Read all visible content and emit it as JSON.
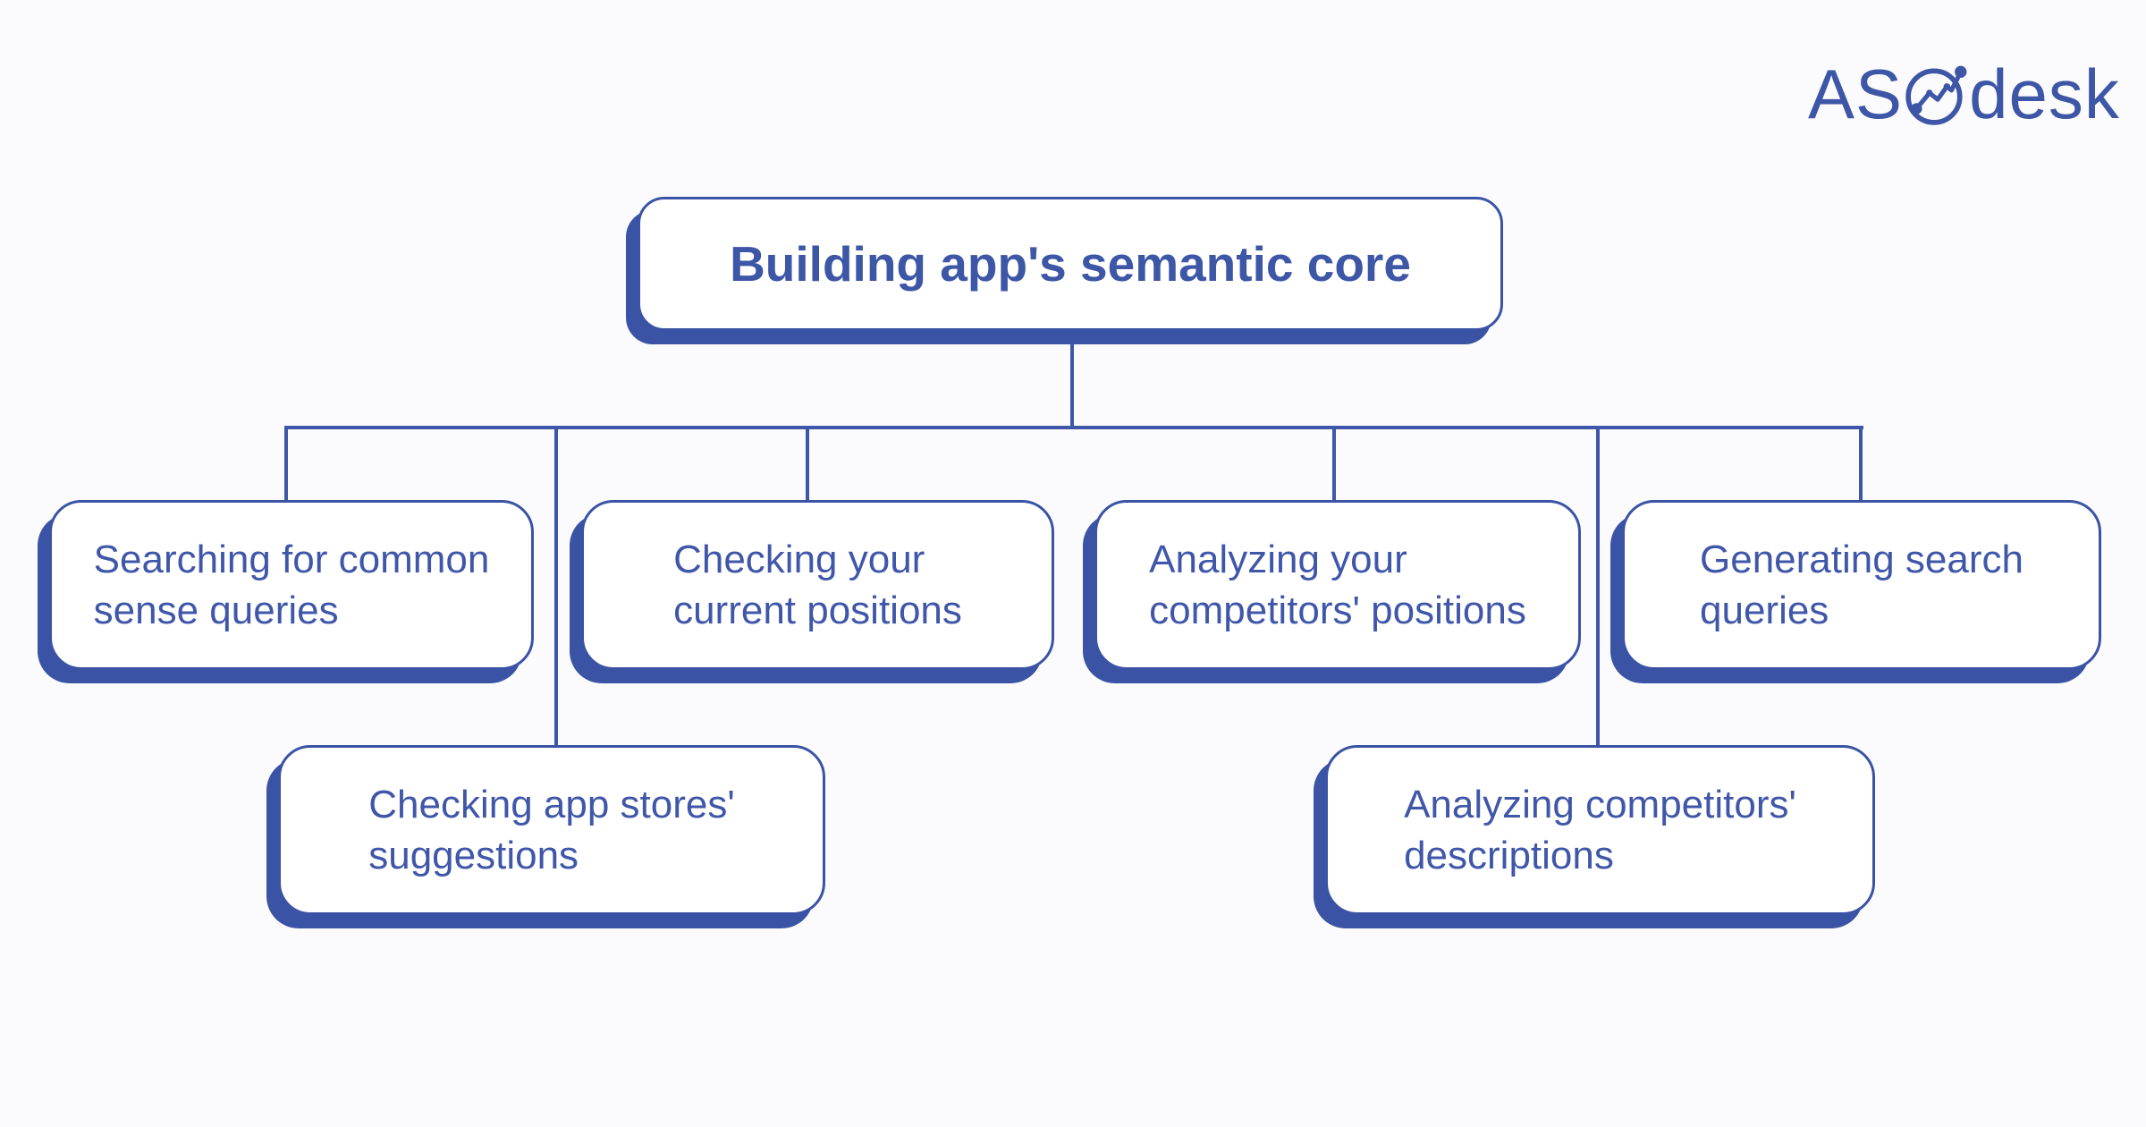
{
  "colors": {
    "accent": "#3D56A6",
    "node_border": "#3A53A4",
    "node_text": "#4057A9",
    "line": "#3E57A8",
    "node_bg": "#FFFFFF",
    "page_bg": "#FBFBFD"
  },
  "brand": {
    "name": "ASOdesk",
    "text_before_o": "AS",
    "text_after_o": "desk",
    "o_icon": "trend-chart-in-circle-icon"
  },
  "diagram": {
    "root": {
      "id": "building-semantic-core",
      "label": "Building app's semantic core"
    },
    "children": [
      {
        "id": "searching-common-sense-queries",
        "label": "Searching for common\nsense queries"
      },
      {
        "id": "checking-current-positions",
        "label": "Checking your\ncurrent positions"
      },
      {
        "id": "analyzing-competitors-positions",
        "label": "Analyzing your\ncompetitors' positions"
      },
      {
        "id": "generating-search-queries",
        "label": "Generating search\nqueries"
      },
      {
        "id": "checking-app-stores-suggestions",
        "label": "Checking app stores'\nsuggestions"
      },
      {
        "id": "analyzing-competitors-descriptions",
        "label": "Analyzing competitors'\ndescriptions"
      }
    ]
  }
}
